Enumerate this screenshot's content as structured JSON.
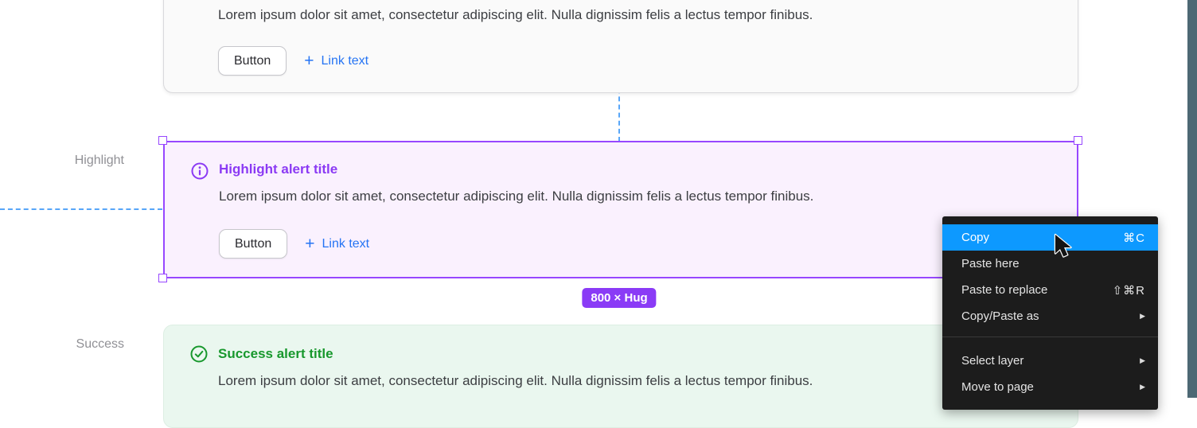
{
  "canvas": {
    "guide_color": "#58a6f8",
    "accent_purple": "#9747ff",
    "accent_green": "#18982d",
    "link_blue": "#2574f4",
    "scrollbar_color": "#4d6874"
  },
  "alerts": {
    "body_text": "Lorem ipsum dolor sit amet, consectetur adipiscing elit. Nulla dignissim felis a lectus tempor finibus.",
    "button_label": "Button",
    "link_plus": "+",
    "link_label": "Link text",
    "highlight": {
      "side_label": "Highlight",
      "title": "Highlight alert title"
    },
    "success": {
      "side_label": "Success",
      "title": "Success alert title"
    }
  },
  "selection": {
    "size_badge": "800 × Hug"
  },
  "context_menu": {
    "items": [
      {
        "label": "Copy",
        "shortcut": "⌘C",
        "highlighted": true
      },
      {
        "label": "Paste here",
        "shortcut": ""
      },
      {
        "label": "Paste to replace",
        "shortcut": "⇧⌘R"
      },
      {
        "label": "Copy/Paste as",
        "submenu": "▶"
      },
      {
        "label": "Select layer",
        "submenu": "▶"
      },
      {
        "label": "Move to page",
        "submenu": "▶"
      }
    ]
  }
}
